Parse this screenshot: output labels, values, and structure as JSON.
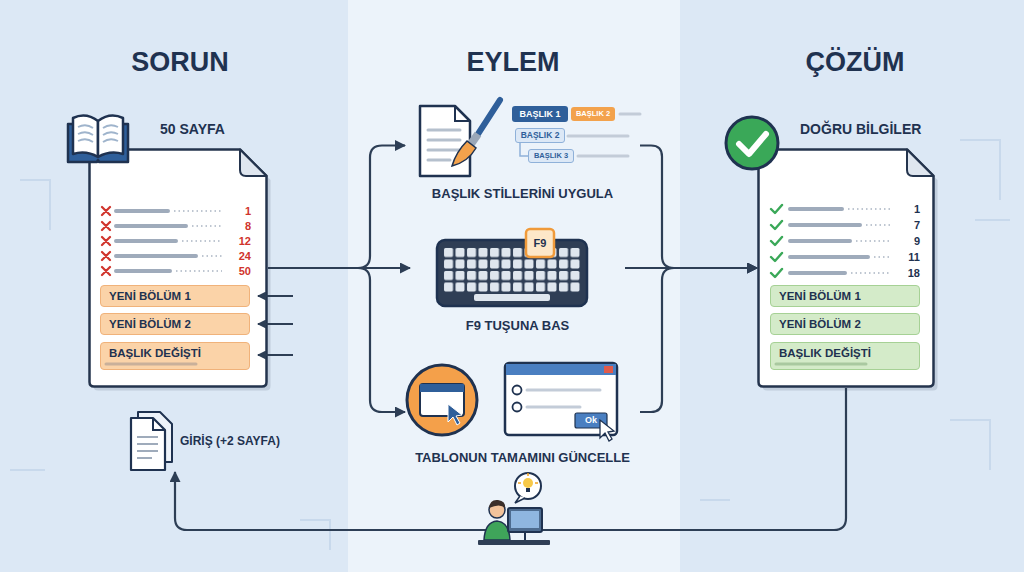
{
  "diagram": {
    "nodes": [
      {
        "text": [
          "50 SAYFA"
        ]
      },
      {
        "text": [
          "YENİ BÖLÜM 1"
        ],
        "in": 0
      },
      {
        "text": [
          "YENİ BÖLÜM 2"
        ],
        "in": 0
      },
      {
        "text": [
          "BAŞLIK DEĞİŞTİ"
        ],
        "in": 0
      },
      {
        "text": [
          "GİRİŞ (+2 SAYFA)"
        ]
      },
      {
        "text": [
          "BAŞLIK STİLLERİNİ UYGULA"
        ]
      },
      {
        "text": [
          "F9 TUŞUNA BAS"
        ]
      },
      {
        "text": [
          "TABLONUN TAMAMINI GÜNCELLE"
        ]
      },
      {
        "text": [
          "DOĞRU BİLGİLER"
        ]
      },
      {
        "text": [
          "YENİ BÖLÜM 1"
        ],
        "in": 8
      },
      {
        "text": [
          "YENİ BÖLÜM 2"
        ],
        "in": 8
      },
      {
        "text": [
          "BAŞLIK DEĞİŞTİ"
        ],
        "in": 8
      }
    ],
    "edges": [
      {
        "from": 0,
        "to": 5,
        "arrow": "to"
      },
      {
        "from": 0,
        "to": 6,
        "arrow": "to"
      },
      {
        "from": 0,
        "to": 7,
        "arrow": "to"
      },
      {
        "from": 5,
        "to": 8,
        "arrow": "to"
      },
      {
        "from": 6,
        "to": 8,
        "arrow": "to"
      },
      {
        "from": 7,
        "to": 8,
        "arrow": "to"
      },
      {
        "from": 8,
        "to": 4,
        "arrow": "to"
      }
    ],
    "labels": [
      "SORUN",
      "EYLEM",
      "ÇÖZÜM",
      "1",
      "8",
      "12",
      "24",
      "50",
      "BAŞLIK 1",
      "BAŞLIK 2",
      "BAŞLIK 2",
      "BAŞLIK 3",
      "F9",
      "Ok",
      "1",
      "7",
      "9",
      "11",
      "18"
    ]
  }
}
